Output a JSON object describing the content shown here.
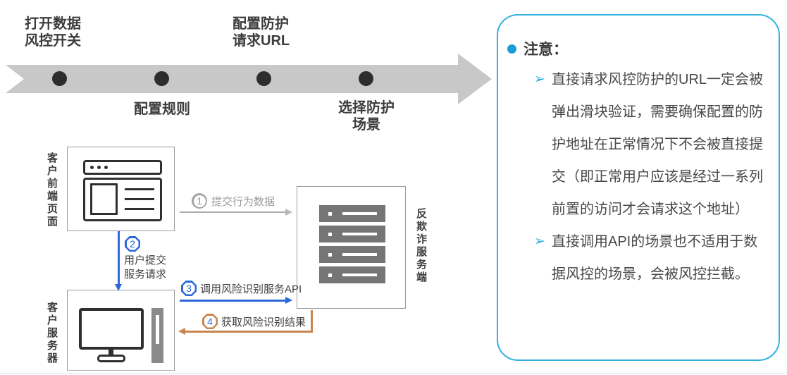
{
  "timeline": {
    "steps": [
      {
        "text": "打开数据\n风控开关",
        "position": "above"
      },
      {
        "text": "配置规则",
        "position": "below"
      },
      {
        "text": "配置防护\n请求URL",
        "position": "above"
      },
      {
        "text": "选择防护\n场景",
        "position": "below"
      }
    ]
  },
  "flow": {
    "nodes": {
      "frontend": {
        "label": "客户前端页面"
      },
      "antifraud": {
        "label": "反欺诈服务端"
      },
      "customer_server": {
        "label": "客户服务器"
      }
    },
    "arrows": {
      "submit_behavior": {
        "num": "1",
        "label": "提交行为数据",
        "color": "gray"
      },
      "user_request": {
        "num": "2",
        "label": "用户提交\n服务请求",
        "color": "blue"
      },
      "call_api": {
        "num": "3",
        "label": "调用风险识别服务API",
        "color": "blue"
      },
      "get_result": {
        "num": "4",
        "label": "获取风险识别结果",
        "color": "orange"
      }
    }
  },
  "note": {
    "title": "注意：",
    "marker": "➢",
    "items": [
      "直接请求风控防护的URL一定会被弹出滑块验证，需要确保配置的防护地址在正常情况下不会被直接提交（即正常用户应该是经过一系列前置的访问才会请求这个地址）",
      "直接调用API的场景也不适用于数据风控的场景，会被风控拦截。"
    ]
  },
  "colors": {
    "panel_border_cyan": "#35b1e1",
    "note_bullet_cyan": "#1a9cd6",
    "marker_cyan": "#29a7db",
    "arrow_blue": "#2d68d8",
    "arrow_orange": "#c9854f",
    "arrow_gray": "#ababab",
    "band_gray": "#c8c8c8",
    "icon_dark": "#2f2f2f",
    "server_bar_gray": "#757575"
  }
}
